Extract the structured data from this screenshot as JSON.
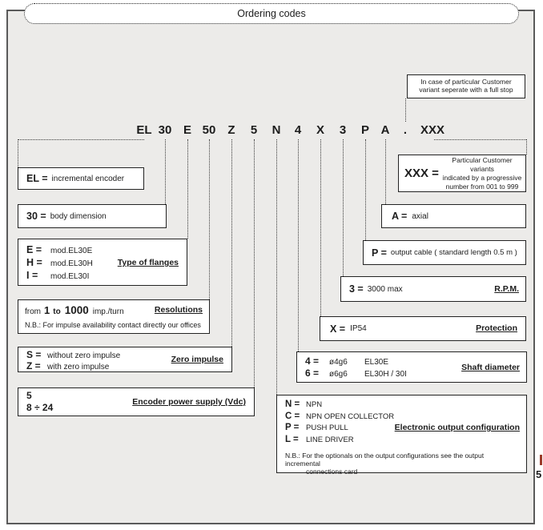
{
  "title": "Ordering codes",
  "page_number": "5",
  "colors": {
    "panel_bg": "#ecebe9",
    "box_border": "#232323",
    "edge_mark": "#9b3a2a"
  },
  "code_segments": [
    "EL",
    "30",
    "E",
    "50",
    "Z",
    "5",
    "N",
    "4",
    "X",
    "3",
    "P",
    "A",
    ".",
    "XXX"
  ],
  "note_box": {
    "line1": "In case of particular Customer",
    "line2": "variant  seperate with a full stop"
  },
  "xxx_box": {
    "code": "XXX =",
    "line1": "Particular Customer variants",
    "line2": "indicated  by a progressive",
    "line3": "number from 001 to 999"
  },
  "el_box": {
    "code": "EL =",
    "desc": "incremental  encoder"
  },
  "body_box": {
    "code": "30 =",
    "desc": "body  dimension"
  },
  "flange_box": {
    "label": "Type of flanges",
    "rows": [
      {
        "code": "E =",
        "desc": "mod.EL30E"
      },
      {
        "code": "H =",
        "desc": "mod.EL30H"
      },
      {
        "code": "I =",
        "desc": "mod.EL30I"
      }
    ]
  },
  "resolution_box": {
    "label": "Resolutions",
    "from": "from",
    "min": "1",
    "to": "to",
    "max": "1000",
    "unit": "imp./turn",
    "note": "N.B.: For impulse availability contact directly our offices"
  },
  "zero_box": {
    "label": "Zero impulse",
    "rows": [
      {
        "code": "S =",
        "desc": "without zero impulse"
      },
      {
        "code": "Z =",
        "desc": "with  zero impulse"
      }
    ]
  },
  "power_box": {
    "label": "Encoder power supply (Vdc)",
    "rows": [
      "5",
      "8 ÷ 24"
    ]
  },
  "output_box": {
    "label": "Electronic output configuration",
    "rows": [
      {
        "code": "N =",
        "desc": "NPN"
      },
      {
        "code": "C =",
        "desc": "NPN OPEN COLLECTOR"
      },
      {
        "code": "P =",
        "desc": "PUSH PULL"
      },
      {
        "code": "L =",
        "desc": "LINE DRIVER"
      }
    ],
    "note1": "N.B.: For the optionals on the output configurations see the output incremental",
    "note2": "connections card"
  },
  "shaft_box": {
    "label": "Shaft diameter",
    "rows": [
      {
        "code": "4 =",
        "dia": "ø4g6",
        "model": "EL30E"
      },
      {
        "code": "6 =",
        "dia": "ø6g6",
        "model": "EL30H / 30I"
      }
    ]
  },
  "protection_box": {
    "code": "X =",
    "desc": "IP54",
    "label": "Protection"
  },
  "rpm_box": {
    "code": "3 =",
    "desc": "3000  max",
    "label": "R.P.M."
  },
  "cable_box": {
    "code": "P =",
    "desc": "output cable ( standard length  0.5 m )"
  },
  "axial_box": {
    "code": "A =",
    "desc": "axial"
  }
}
